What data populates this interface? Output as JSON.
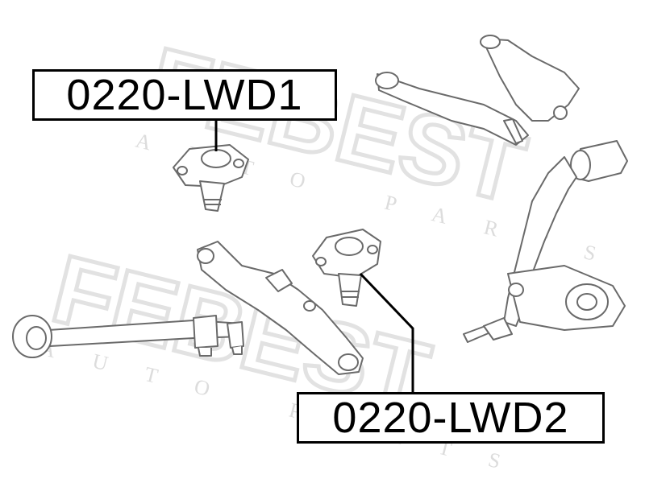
{
  "labels": {
    "part1": "0220-LWD1",
    "part2": "0220-LWD2"
  },
  "watermark": {
    "brand": "FEBEST",
    "tagline": "AUTO PARTS",
    "color": "#e6e6e6"
  },
  "colors": {
    "line": "#000000",
    "drawing": "#6a6a6a",
    "fill": "#ffffff"
  }
}
